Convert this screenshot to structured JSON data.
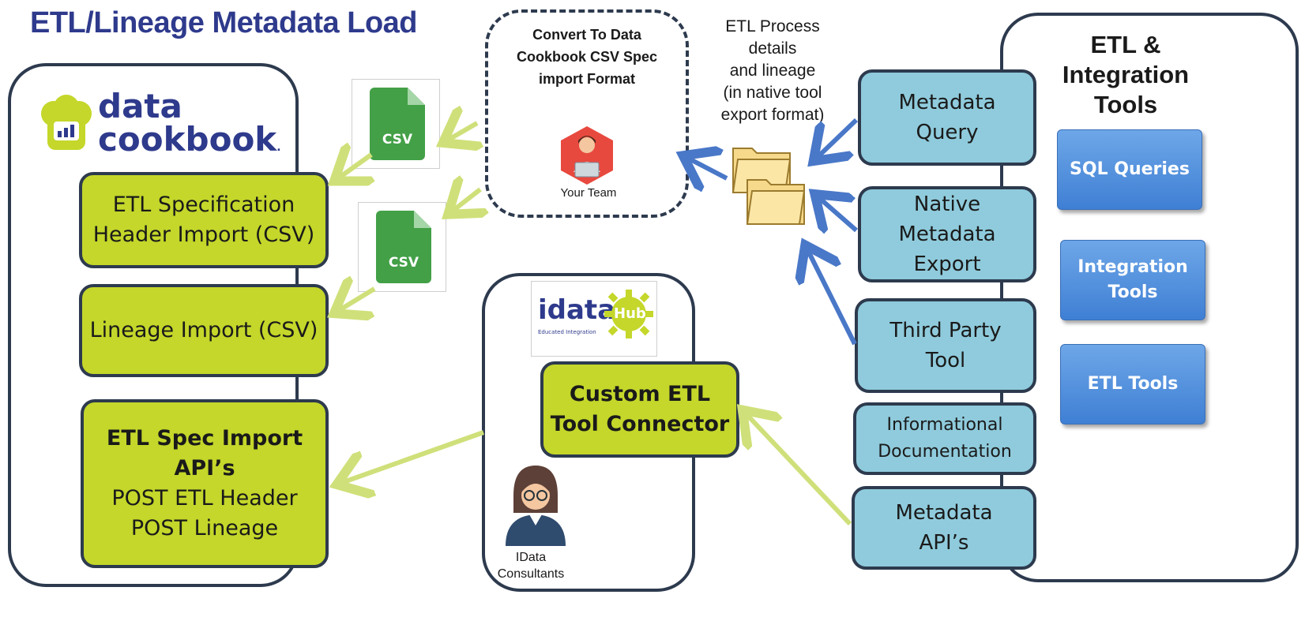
{
  "title": "ETL/Lineage Metadata Load",
  "colors": {
    "title": "#2e3a8c",
    "green": "#c4d72a",
    "blue_box": "#8fcbdc",
    "tool_button": "#4a88d8",
    "arrow_blue": "#4a78c8",
    "arrow_green": "#cfe07a",
    "border": "#2d3a4e"
  },
  "data_cookbook": {
    "logo_line1": "data",
    "logo_line2": "cookbook",
    "logo_mark": ".",
    "boxes": [
      {
        "lines": [
          "ETL Specification",
          "Header Import (CSV)"
        ]
      },
      {
        "lines": [
          "Lineage Import (CSV)"
        ]
      },
      {
        "bold_lines": [
          "ETL Spec Import",
          "API’s"
        ],
        "lines": [
          "POST ETL Header",
          "POST Lineage"
        ]
      }
    ]
  },
  "csv_files": [
    {
      "label": "CSV",
      "icon": "csv-file-icon"
    },
    {
      "label": "CSV",
      "icon": "csv-file-icon"
    }
  ],
  "convert": {
    "lines": [
      "Convert To Data",
      "Cookbook CSV Spec",
      "import Format"
    ],
    "person_label": "Your Team",
    "icon": "team-member-laptop-icon"
  },
  "etl_process_note": {
    "lines": [
      "ETL Process",
      "details",
      "and lineage",
      "(in native tool",
      "export format)"
    ],
    "icon": "folders-icon"
  },
  "idata": {
    "logo_text": "idata",
    "logo_hub": "Hub",
    "logo_tagline": "Educated Integration",
    "connector_lines": [
      "Custom ETL",
      "Tool Connector"
    ],
    "consultants_lines": [
      "IData",
      "Consultants"
    ],
    "icon": "consultant-icon"
  },
  "sources": [
    {
      "lines": [
        "Metadata",
        "Query"
      ]
    },
    {
      "lines": [
        "Native",
        "Metadata",
        "Export"
      ]
    },
    {
      "lines": [
        "Third Party",
        "Tool"
      ]
    },
    {
      "lines": [
        "Informational",
        "Documentation"
      ]
    },
    {
      "lines": [
        "Metadata",
        "API’s"
      ]
    }
  ],
  "etl_tools": {
    "heading_lines": [
      "ETL &",
      "Integration",
      "Tools"
    ],
    "buttons": [
      {
        "lines": [
          "SQL Queries"
        ]
      },
      {
        "lines": [
          "Integration",
          "Tools"
        ]
      },
      {
        "lines": [
          "ETL Tools"
        ]
      }
    ]
  }
}
